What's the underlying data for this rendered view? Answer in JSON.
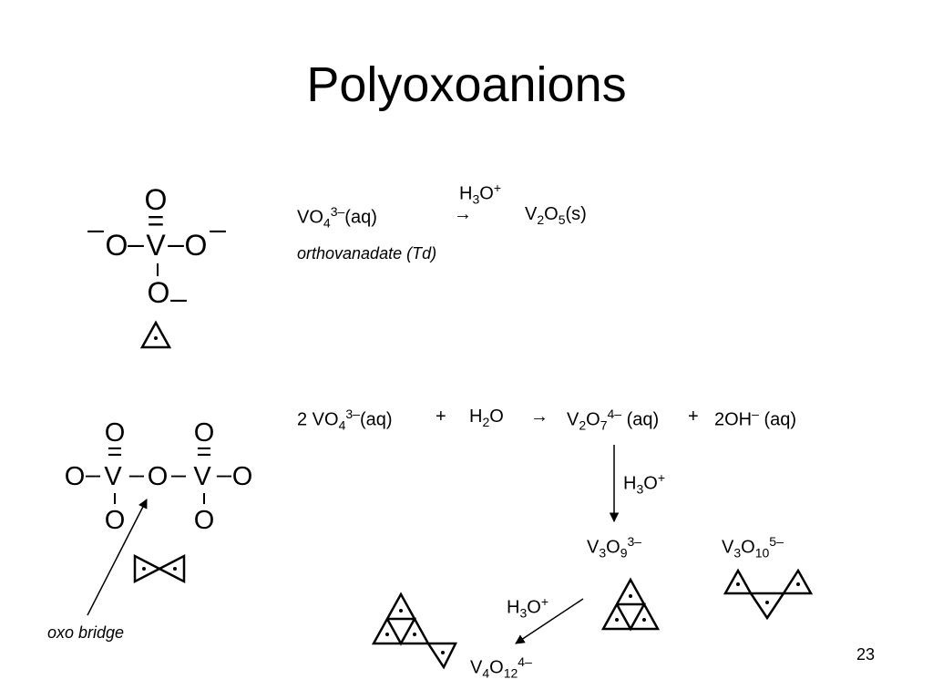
{
  "slide": {
    "title": "Polyoxoanions",
    "page_number": "23"
  },
  "reaction1": {
    "reagent": "H",
    "reagent_sub": "3",
    "reagent_tail": "O",
    "reagent_sup": "+",
    "reactant": "VO",
    "reactant_sub": "4",
    "reactant_sup": "3–",
    "reactant_phase": "(aq)",
    "arrow": "→",
    "product": "V",
    "product_sub1": "2",
    "product_mid": "O",
    "product_sub2": "5",
    "product_phase": "(s)",
    "label": "orthovanadate (Td)"
  },
  "reaction2": {
    "coef": "2 VO",
    "r_sub": "4",
    "r_sup": "3–",
    "r_phase": "(aq)",
    "plus1": "+",
    "water": "H",
    "water_sub": "2",
    "water_tail": "O",
    "arrow": "→",
    "p1": "V",
    "p1_sub1": "2",
    "p1_mid": "O",
    "p1_sub2": "7",
    "p1_sup": "4–",
    "p1_phase": "(aq)",
    "plus2": "+",
    "p2": "2OH",
    "p2_sup": "–",
    "p2_phase": "(aq)"
  },
  "step2": {
    "reagent": "H",
    "sub": "3",
    "tail": "O",
    "sup": "+"
  },
  "trimer": {
    "a": "V",
    "a_sub": "3",
    "b": "O",
    "b_sub": "9",
    "sup": "3–"
  },
  "chain": {
    "a": "V",
    "a_sub": "3",
    "b": "O",
    "b_sub": "10",
    "sup": "5–"
  },
  "step3": {
    "reagent": "H",
    "sub": "3",
    "tail": "O",
    "sup": "+"
  },
  "tetramer": {
    "a": "V",
    "a_sub": "4",
    "b": "O",
    "b_sub": "12",
    "sup": "4–"
  },
  "oxo_bridge_label": "oxo bridge",
  "structures": {
    "vanadium": "V",
    "oxygen": "O",
    "double_bond": "=",
    "single_bond": "–",
    "charge": "–"
  }
}
